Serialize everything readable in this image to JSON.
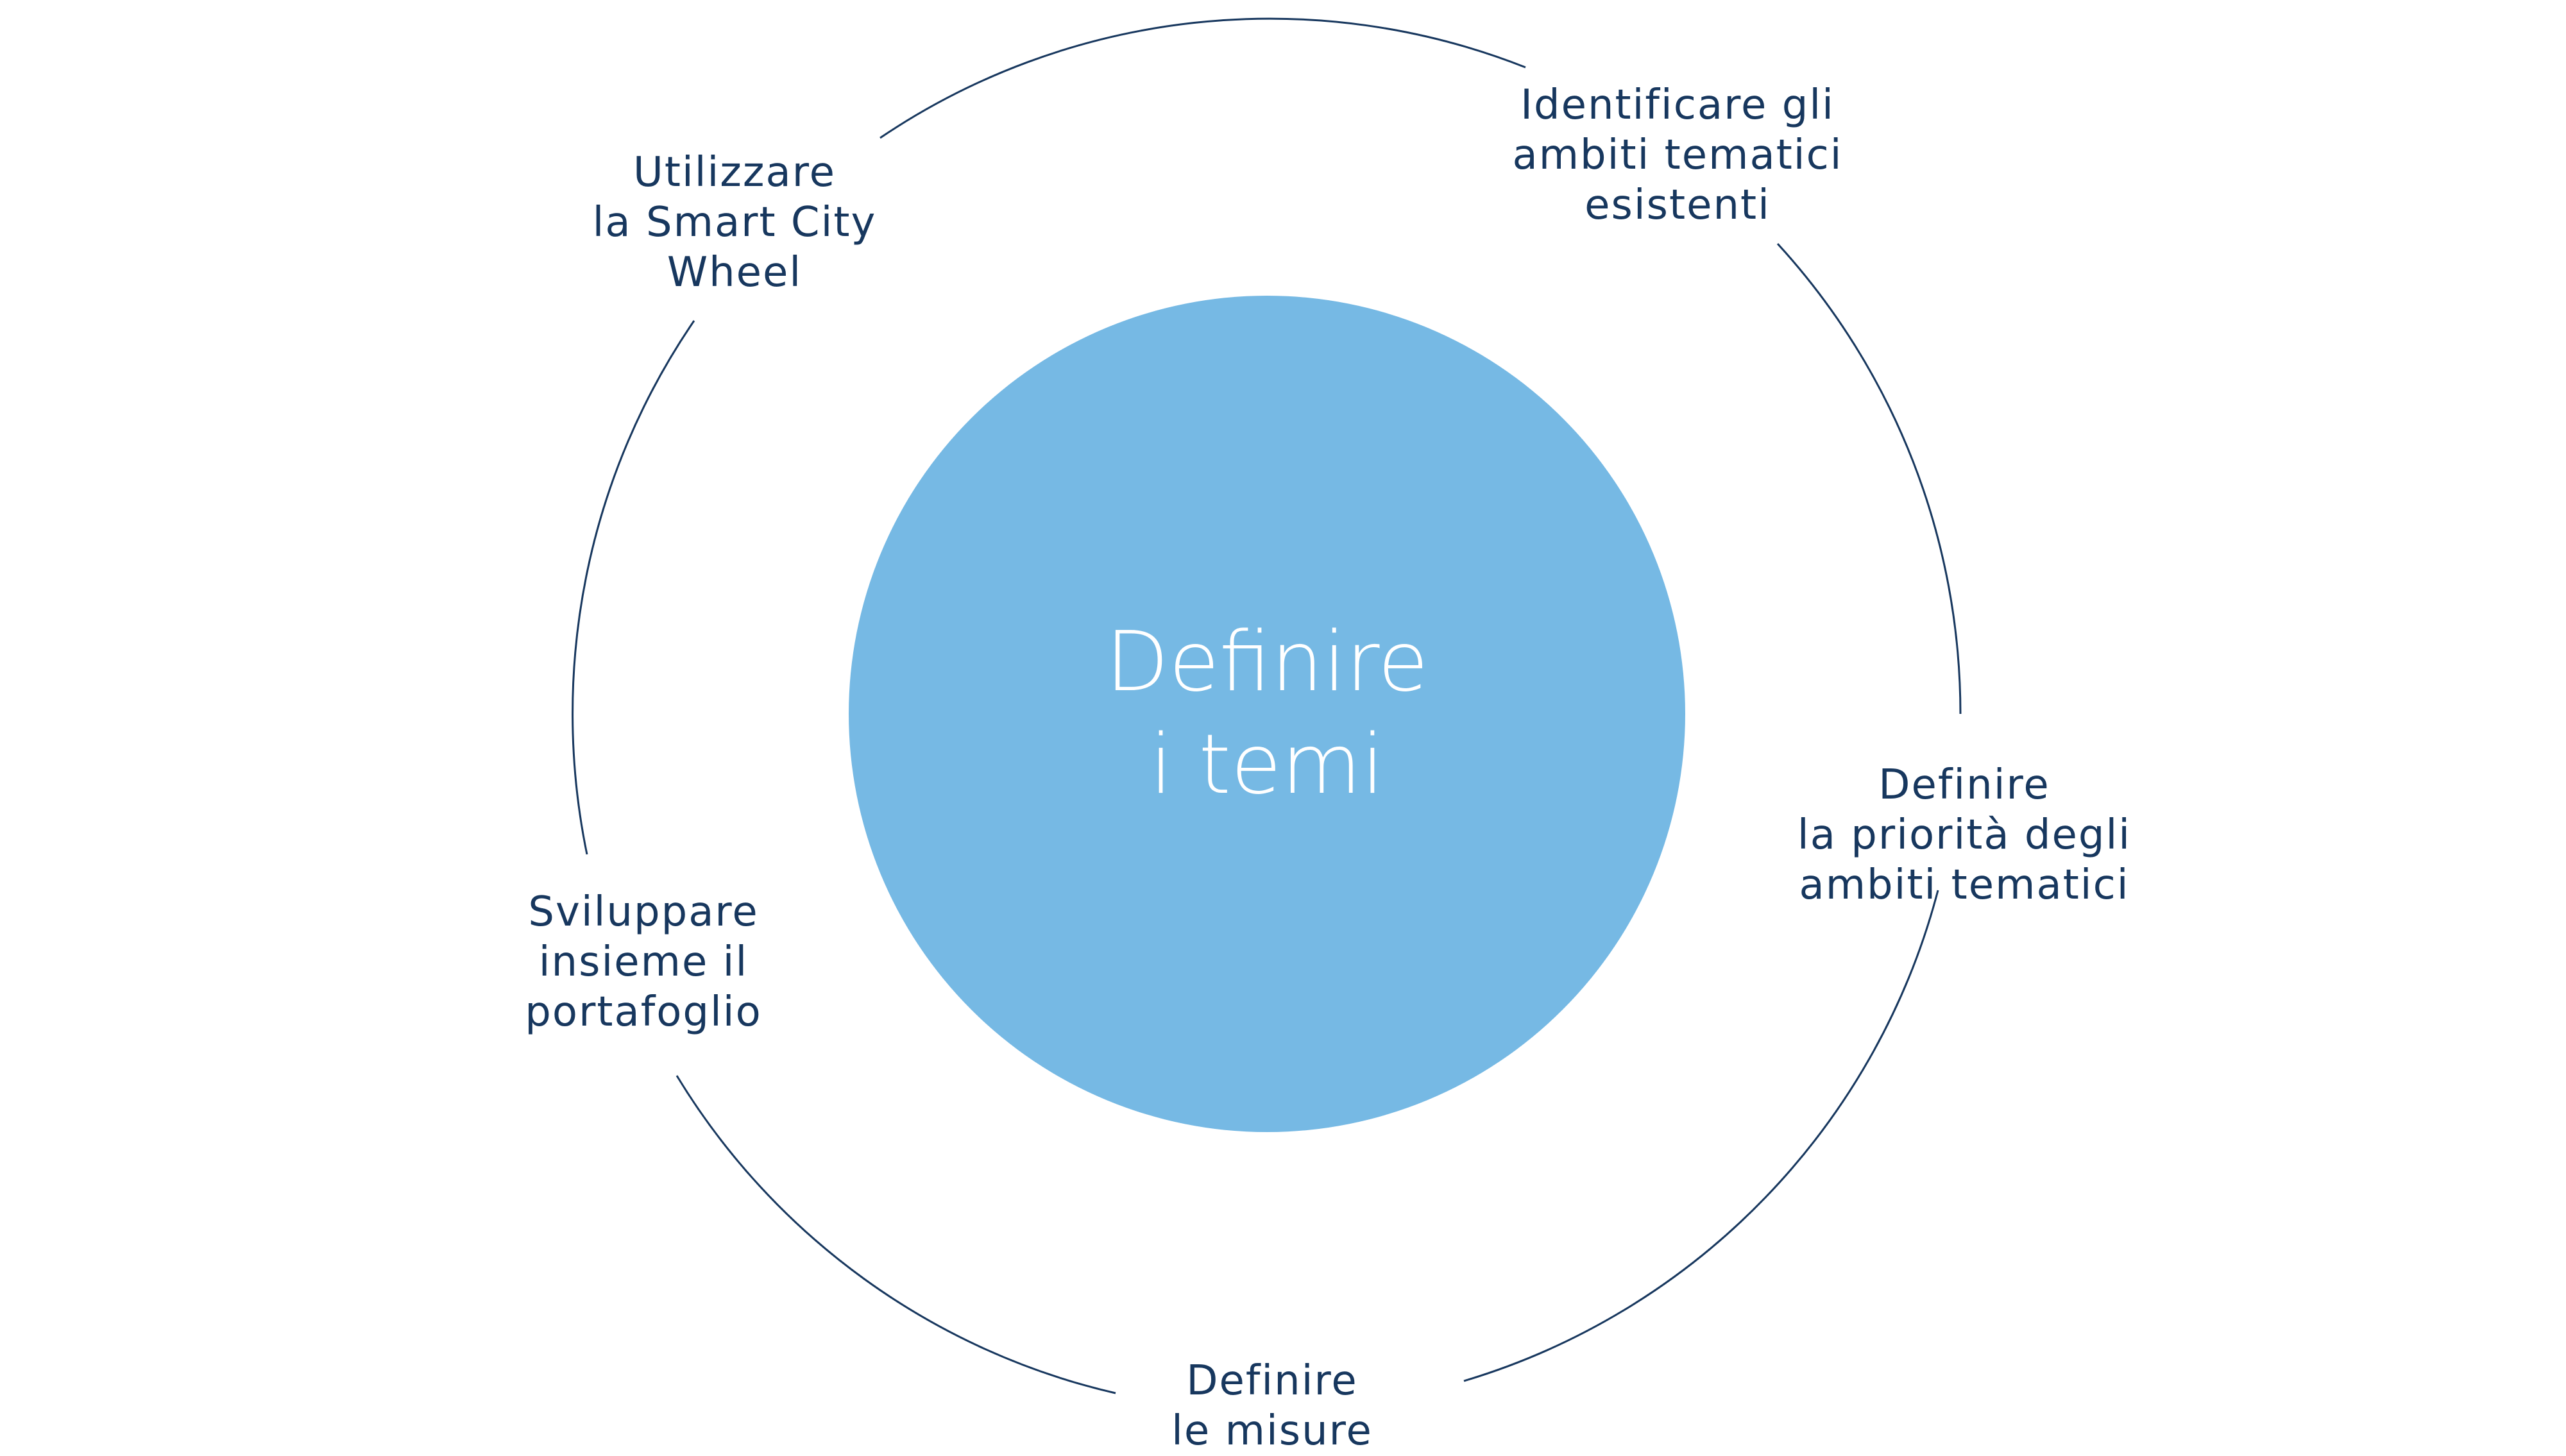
{
  "colors": {
    "center_fill": "#76b9e4",
    "ring_stroke": "#17375e",
    "label_text": "#17375e",
    "center_text": "#ffffff"
  },
  "center": {
    "line1": "Definire",
    "line2": "i temi"
  },
  "steps": [
    {
      "lines": [
        "Identificare gli",
        "ambiti tematici",
        "esistenti"
      ]
    },
    {
      "lines": [
        "Definire",
        "la priorità degli",
        "ambiti tematici"
      ]
    },
    {
      "lines": [
        "Definire",
        "le misure"
      ]
    },
    {
      "lines": [
        "Sviluppare",
        "insieme il",
        "portafoglio"
      ]
    },
    {
      "lines": [
        "Utilizzare",
        "la Smart City",
        "Wheel"
      ]
    }
  ]
}
